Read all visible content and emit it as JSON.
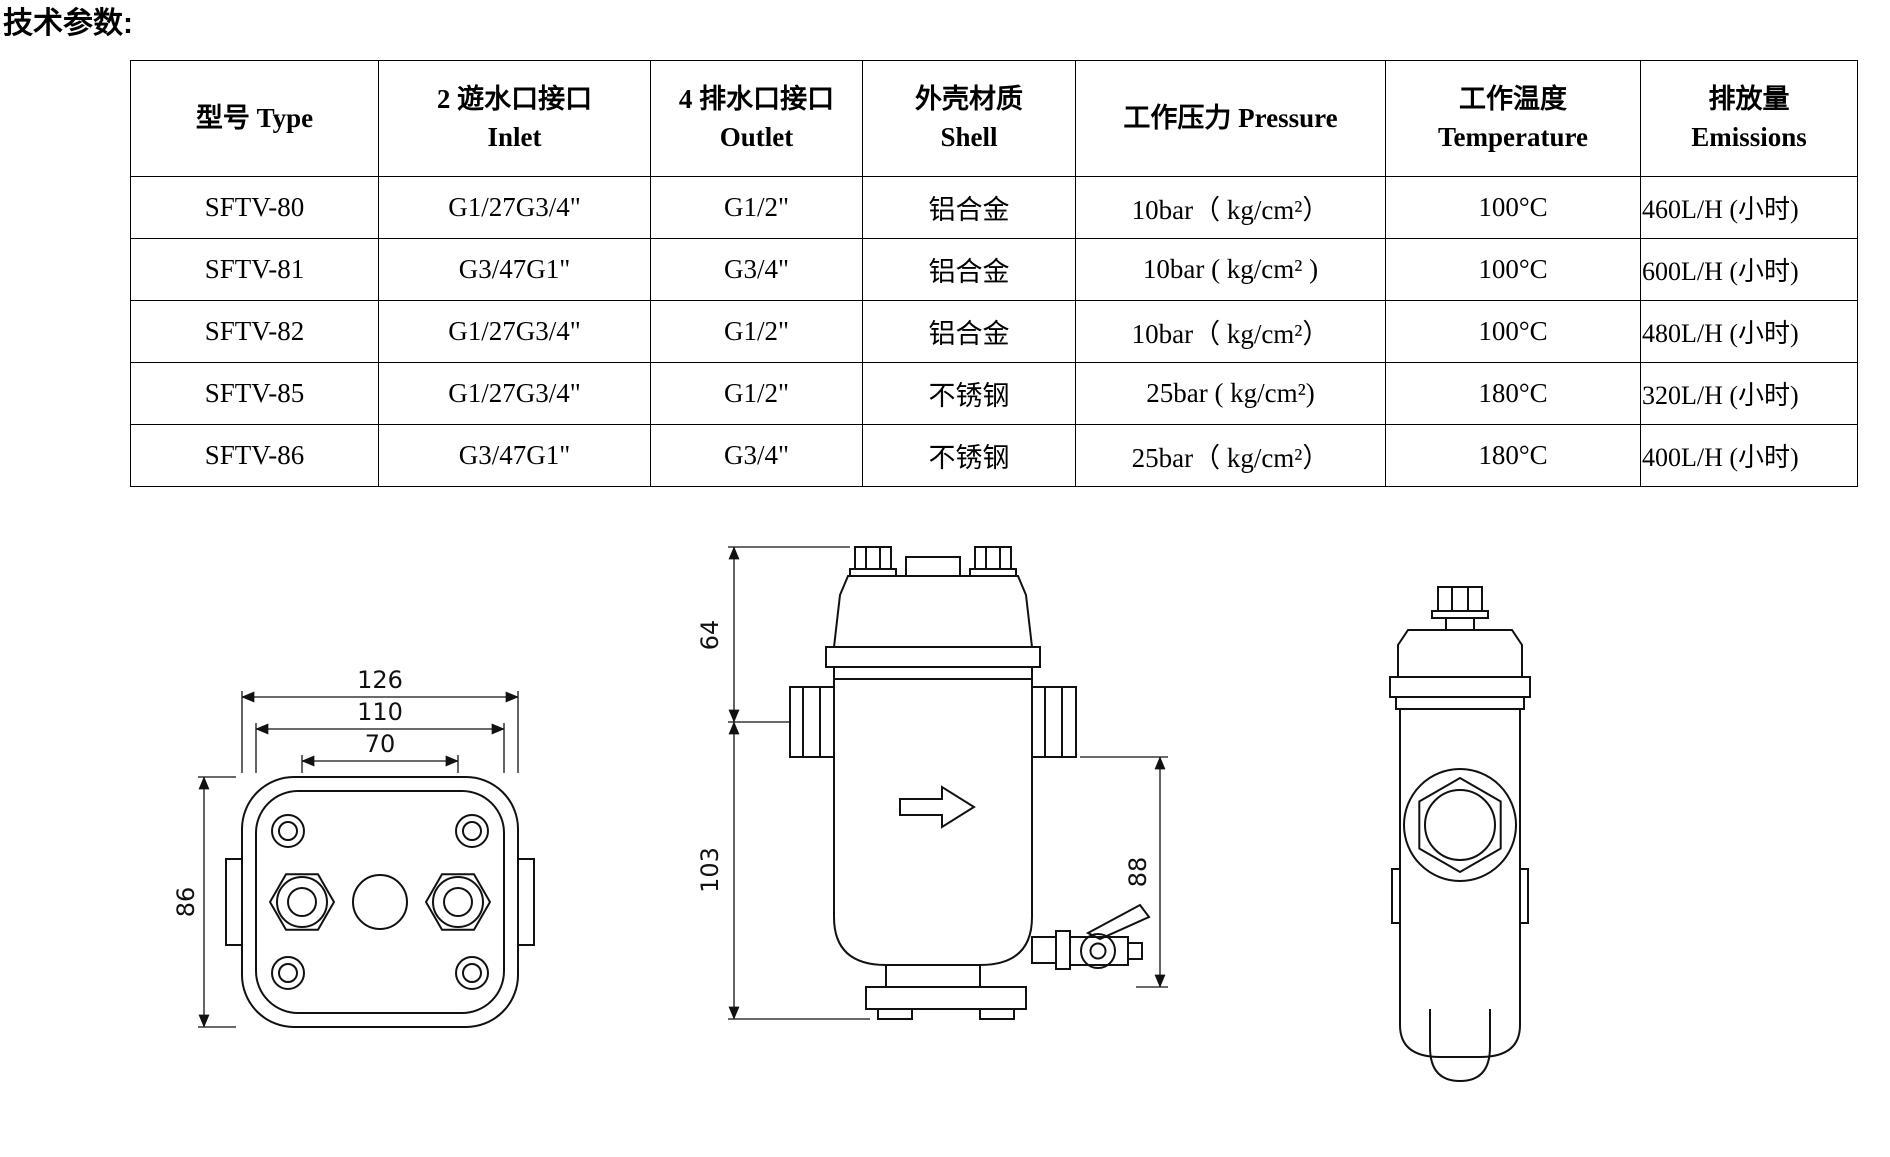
{
  "page": {
    "title": "技术参数:"
  },
  "table": {
    "headers": [
      [
        "型号 Type"
      ],
      [
        "2 遊水口接口",
        "Inlet"
      ],
      [
        "4 排水口接口",
        "Outlet"
      ],
      [
        "外壳材质",
        "Shell"
      ],
      [
        "工作压力  Pressure"
      ],
      [
        "工作温度",
        "Temperature"
      ],
      [
        "排放量",
        "Emissions"
      ]
    ],
    "rows": [
      [
        "SFTV-80",
        "G1/27G3/4\"",
        "G1/2\"",
        "铝合金",
        "10bar（ kg/cm²）",
        "100°C",
        "460L/H (小时)"
      ],
      [
        "SFTV-81",
        "G3/47G1\"",
        "G3/4\"",
        "铝合金",
        "10bar ( kg/cm² )",
        "100°C",
        "600L/H (小时)"
      ],
      [
        "SFTV-82",
        "G1/27G3/4\"",
        "G1/2\"",
        "铝合金",
        "10bar（ kg/cm²）",
        "100°C",
        "480L/H (小时)"
      ],
      [
        "SFTV-85",
        "G1/27G3/4\"",
        "G1/2\"",
        "不锈钢",
        "25bar ( kg/cm²)",
        "180°C",
        "320L/H (小时)"
      ],
      [
        "SFTV-86",
        "G3/47G1\"",
        "G3/4\"",
        "不锈钢",
        "25bar（ kg/cm²）",
        "180°C",
        "400L/H (小时)"
      ]
    ]
  },
  "drawings": {
    "top_view": {
      "dim_width_outer": "126",
      "dim_width_mid": "110",
      "dim_width_inner": "70",
      "dim_height": "86"
    },
    "side_view": {
      "dim_top_height": "64",
      "dim_body_height": "103",
      "dim_right_height": "88"
    }
  }
}
